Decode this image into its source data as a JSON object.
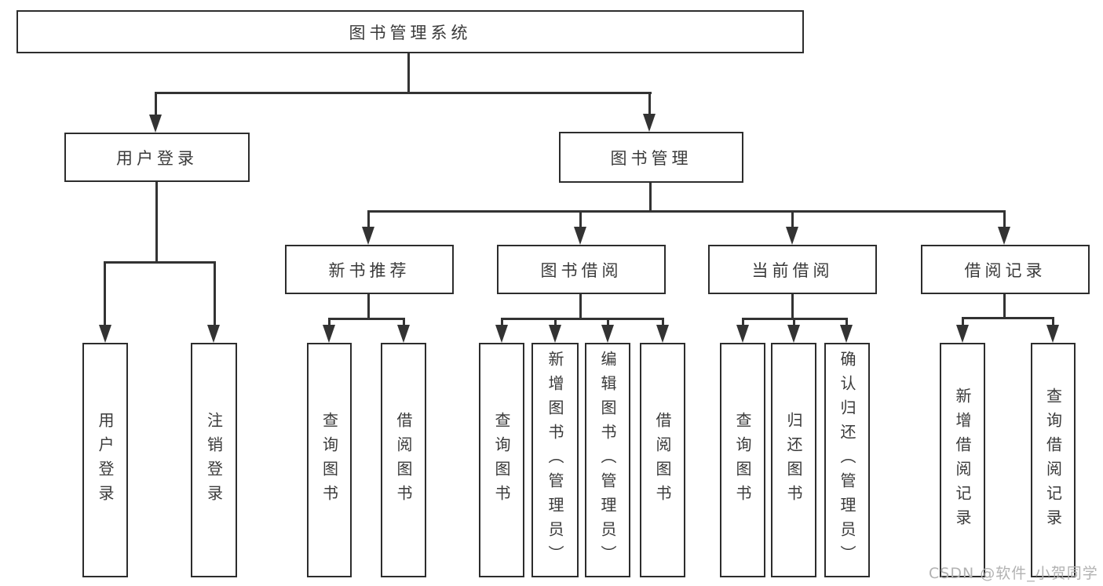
{
  "colors": {
    "line": "#333333",
    "box_border": "#2d2d2d",
    "text": "#3a3a3a",
    "watermark": "#b2b2b2",
    "background": "#ffffff"
  },
  "nodes": {
    "root": {
      "label": "图书管理系统"
    },
    "user_login": {
      "label": "用户登录"
    },
    "book_mgmt": {
      "label": "图书管理"
    },
    "new_book_rec": {
      "label": "新书推荐"
    },
    "book_borrow": {
      "label": "图书借阅"
    },
    "current_borrow": {
      "label": "当前借阅"
    },
    "borrow_records": {
      "label": "借阅记录"
    },
    "leaf_user_login": {
      "label": "用户登录"
    },
    "leaf_logout": {
      "label": "注销登录"
    },
    "leaf_rec_query_book": {
      "label": "查询图书"
    },
    "leaf_rec_borrow_book": {
      "label": "借阅图书"
    },
    "leaf_bb_query_book": {
      "label": "查询图书"
    },
    "leaf_bb_add_book": {
      "label": "新增图书（管理员）"
    },
    "leaf_bb_edit_book": {
      "label": "编辑图书（管理员）"
    },
    "leaf_bb_borrow_book": {
      "label": "借阅图书"
    },
    "leaf_cb_query_book": {
      "label": "查询图书"
    },
    "leaf_cb_return_book": {
      "label": "归还图书"
    },
    "leaf_cb_confirm_return": {
      "label": "确认归还（管理员）"
    },
    "leaf_br_add_record": {
      "label": "新增借阅记录"
    },
    "leaf_br_query_record": {
      "label": "查询借阅记录"
    }
  },
  "watermark": {
    "label": "CSDN @软件_小贺同学"
  }
}
